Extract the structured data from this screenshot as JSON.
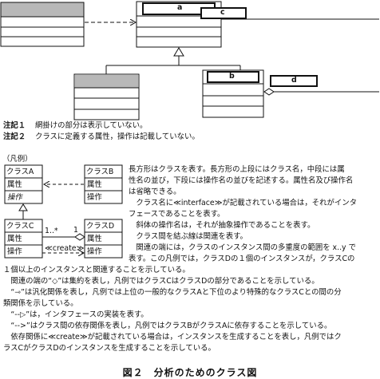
{
  "top_diagram": {
    "labels": {
      "a": "a",
      "b": "b",
      "c": "c",
      "d": "d"
    }
  },
  "notes": [
    {
      "tag": "注記１",
      "text": "網掛けの部分は表示していない。"
    },
    {
      "tag": "注記２",
      "text": "クラスに定義する属性，操作は記載していない。"
    }
  ],
  "legend": {
    "heading": "（凡例）",
    "classes": {
      "A": {
        "name": "クラスA",
        "attr": "属性",
        "op": "操作"
      },
      "B": {
        "name": "クラスB",
        "attr": "属性",
        "op": "操作"
      },
      "C": {
        "name": "クラスC",
        "attr": "属性",
        "op": "操作"
      },
      "D": {
        "name": "クラスD",
        "attr": "属性",
        "op": "操作"
      }
    },
    "multiplicity_left": "1",
    "multiplicity_right": "1..*",
    "create_label": "≪create≫"
  },
  "description": [
    "長方形はクラスを表す。長方形の上段にはクラス名，中段には属",
    "性名の並び，下段には操作名の並びを記述する。属性名及び操作名",
    "は省略できる。",
    "　クラス名に≪interface≫が記載されている場合は，それがインタ",
    "フェースであることを表す。",
    "　斜体の操作名は，それが抽象操作であることを表す。",
    "　クラス間を結ぶ線は関連を表す。",
    "　関連の端には，クラスのインスタンス間の多重度の範囲を x..y で",
    "表す。この凡例では，クラスDの１個のインスタンスが，クラスCの"
  ],
  "full_paragraphs": [
    "１個以上のインスタンスと関連することを示している。",
    "　関連の端の“◇”は集約を表し，凡例ではクラスCはクラスDの部分であることを示している。",
    "　“⇾”は汎化関係を表し，凡例では上位の一般的なクラスAと下位のより特殊的なクラスCとの間の分",
    "類関係を示している。",
    "　“--▷”は，インタフェースの実装を表す。",
    "　“-->”はクラス間の依存関係を表し，凡例ではクラスBがクラスAに依存することを示している。",
    "　依存関係に≪create≫が記載されている場合は，インスタンスを生成することを表し，凡例ではク",
    "ラスCがクラスDのインスタンスを生成することを示している。"
  ],
  "caption": "図２　分析のためのクラス図"
}
